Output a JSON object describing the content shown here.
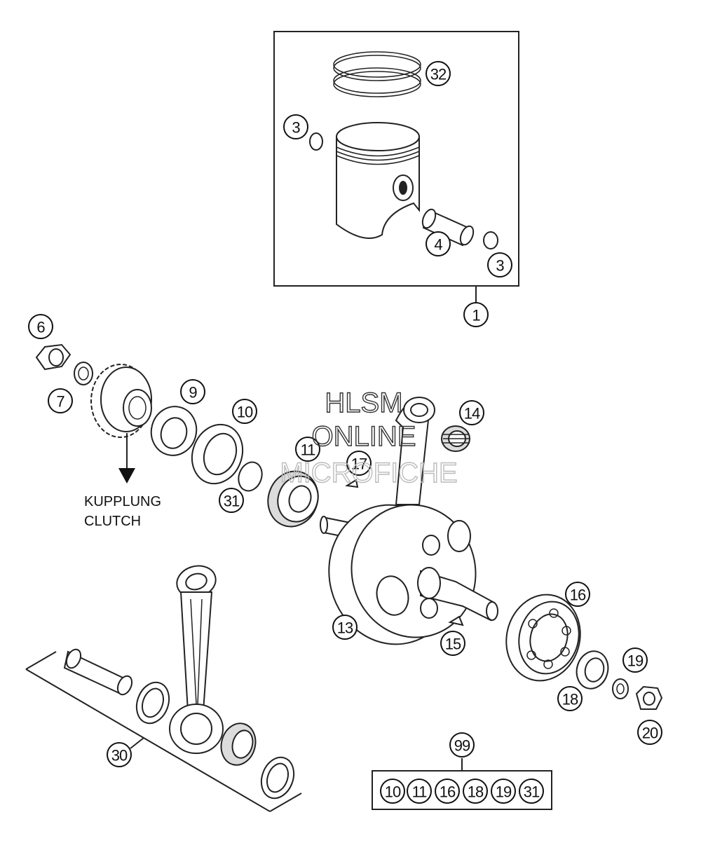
{
  "callouts": {
    "c32": "32",
    "c3a": "3",
    "c4": "4",
    "c3b": "3",
    "c1": "1",
    "c6": "6",
    "c7": "7",
    "c9": "9",
    "c10": "10",
    "c31": "31",
    "c11": "11",
    "c17": "17",
    "c14": "14",
    "c13": "13",
    "c15": "15",
    "c16": "16",
    "c19": "19",
    "c18": "18",
    "c20": "20",
    "c30": "30",
    "c99": "99"
  },
  "kit_contents": [
    "10",
    "11",
    "16",
    "18",
    "19",
    "31"
  ],
  "clutch_note": {
    "line1": "KUPPLUNG",
    "line2": "CLUTCH"
  },
  "watermark": {
    "line1": "HLSM",
    "line2": "ONLINE",
    "line3": "MICROFICHE"
  },
  "colors": {
    "line": "#222222",
    "background": "#ffffff"
  }
}
